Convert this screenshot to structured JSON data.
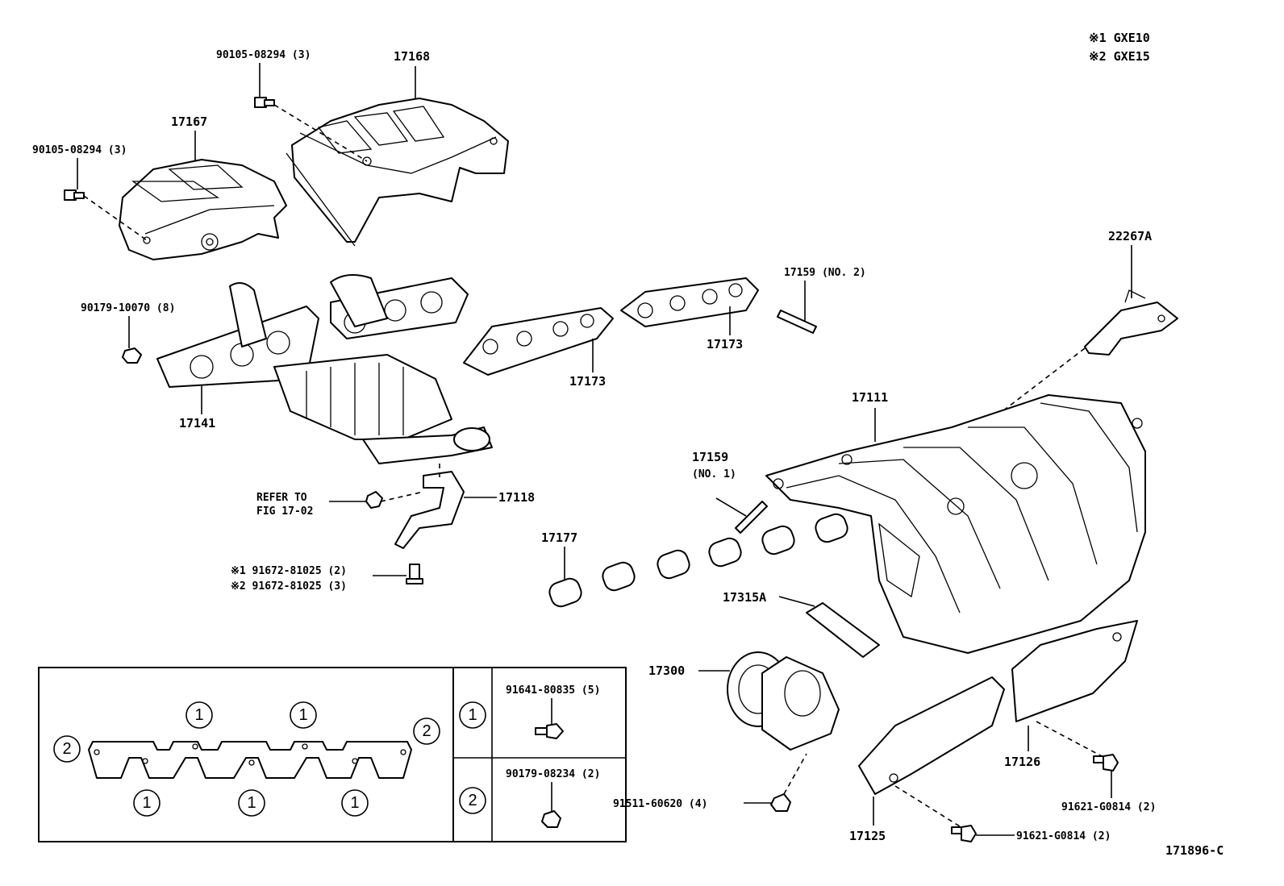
{
  "legend": {
    "line1": "※1 GXE10",
    "line2": "※2 GXE15"
  },
  "labels": {
    "p_90105_top": "90105-08294 (3)",
    "p_17168": "17168",
    "p_17167": "17167",
    "p_90105_left": "90105-08294 (3)",
    "p_90179_10070": "90179-10070 (8)",
    "p_17141": "17141",
    "p_17173_a": "17173",
    "p_17173_b": "17173",
    "p_17159_no2": "17159 (NO. 2)",
    "p_22267a": "22267A",
    "p_17111": "17111",
    "p_17159_no1_a": "17159",
    "p_17159_no1_b": "(NO. 1)",
    "p_refer_a": "REFER TO",
    "p_refer_b": "FIG 17-02",
    "p_17118": "17118",
    "p_17177": "17177",
    "p_91672_1": "※1 91672-81025 (2)",
    "p_91672_2": "※2 91672-81025 (3)",
    "p_17315a": "17315A",
    "p_17300": "17300",
    "p_91511": "91511-60620 (4)",
    "p_17126": "17126",
    "p_91621_a": "91621-G0814 (2)",
    "p_17125": "17125",
    "p_91621_b": "91621-G0814 (2)",
    "p_figure_code": "171896-C"
  },
  "inset": {
    "markers": [
      "1",
      "2"
    ],
    "bolt_1": "91641-80835 (5)",
    "bolt_2": "90179-08234 (2)"
  }
}
